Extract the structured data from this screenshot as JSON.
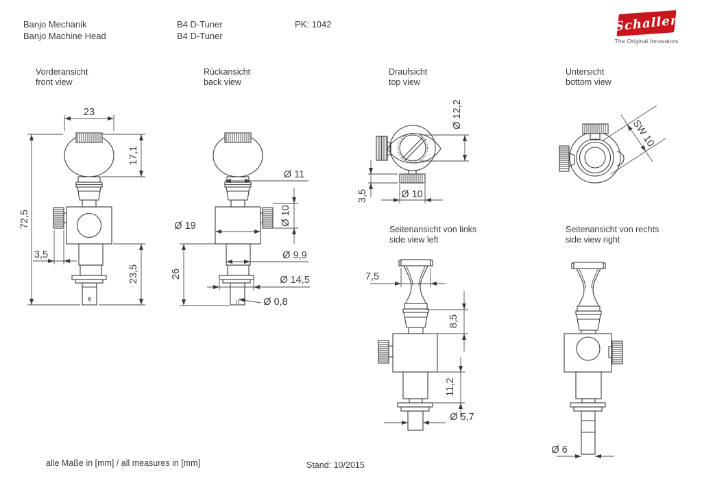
{
  "header": {
    "product_de": "Banjo Mechanik",
    "product_en": "Banjo Machine Head",
    "model_de": "B4 D-Tuner",
    "model_en": "B4 D-Tuner",
    "part_code": "PK: 1042"
  },
  "logo": {
    "brand": "Schaller",
    "tagline": "The Original Innovators",
    "color": "#c8161c"
  },
  "views": {
    "front": {
      "label_de": "Vorderansicht",
      "label_en": "front view",
      "dims": {
        "knob_width": "23",
        "knob_height": "17,1",
        "overall_height": "72,5",
        "screw_offset": "3,5",
        "lower_height": "23,5"
      }
    },
    "back": {
      "label_de": "Rückansicht",
      "label_en": "back view",
      "dims": {
        "collar_dia": "Ø 11",
        "screw_dia": "Ø 10",
        "body_dia": "Ø 19",
        "lower_length": "26",
        "shaft_dia": "Ø 9,9",
        "flange_dia": "Ø 14,5",
        "hole_dia": "Ø 0,8"
      }
    },
    "top": {
      "label_de": "Draufsicht",
      "label_en": "top view",
      "dims": {
        "button_dia": "Ø 12,2",
        "knurl_offset": "3,5",
        "knurl_dia": "Ø 10"
      }
    },
    "bottom": {
      "label_de": "Untersicht",
      "label_en": "bottom view",
      "dims": {
        "wrench_size": "SW 10"
      }
    },
    "side_left": {
      "label_de": "Seitenansicht von links",
      "label_en": "side view left",
      "dims": {
        "knob_thickness": "7,5",
        "collar_height": "8,5",
        "shaft_length": "11,2",
        "post_dia": "Ø 5,7"
      }
    },
    "side_right": {
      "label_de": "Seitenansicht von rechts",
      "label_en": "side view right",
      "dims": {
        "post_dia": "Ø 6"
      }
    }
  },
  "footer": {
    "units_note": "alle Maße in [mm] / all measures in [mm]",
    "revision": "Stand: 10/2015"
  }
}
